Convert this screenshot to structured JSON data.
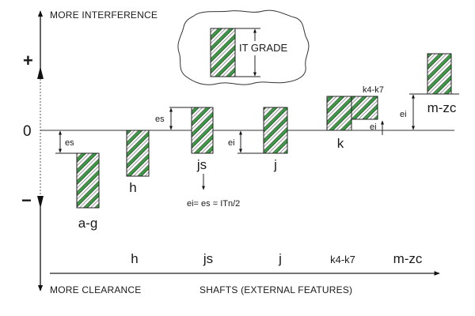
{
  "axis": {
    "top_label": "MORE INTERFERENCE",
    "bottom_label": "MORE CLEARANCE",
    "plus_sign": "+",
    "zero_sign": "0",
    "minus_sign": "−",
    "x_axis_label": "SHAFTS (EXTERNAL FEATURES)"
  },
  "legend": {
    "label": "IT GRADE"
  },
  "zones": [
    {
      "id": "a-g",
      "label": "a-g",
      "deviation_label": "es",
      "deviation_type": "upper below zero"
    },
    {
      "id": "h",
      "label": "h",
      "deviation_type": "upper at zero"
    },
    {
      "id": "js",
      "label": "js",
      "deviation_label": "es",
      "deviation_type": "symmetric about zero",
      "note": "ei= es = ITn/2"
    },
    {
      "id": "j",
      "label": "j",
      "deviation_label": "ei",
      "deviation_type": "straddles zero"
    },
    {
      "id": "k",
      "label": "k",
      "deviation_type": "lower at zero"
    },
    {
      "id": "k4-k7",
      "label": "k4-k7",
      "deviation_label": "ei",
      "deviation_type": "lower slightly above zero"
    },
    {
      "id": "m-zc",
      "label": "m-zc",
      "deviation_label": "ei",
      "deviation_type": "lower above zero"
    }
  ],
  "bottom_row": [
    "h",
    "js",
    "j",
    "k4-k7",
    "m-zc"
  ],
  "colors": {
    "hatch_green": "#3d9b45",
    "line": "#222222"
  }
}
